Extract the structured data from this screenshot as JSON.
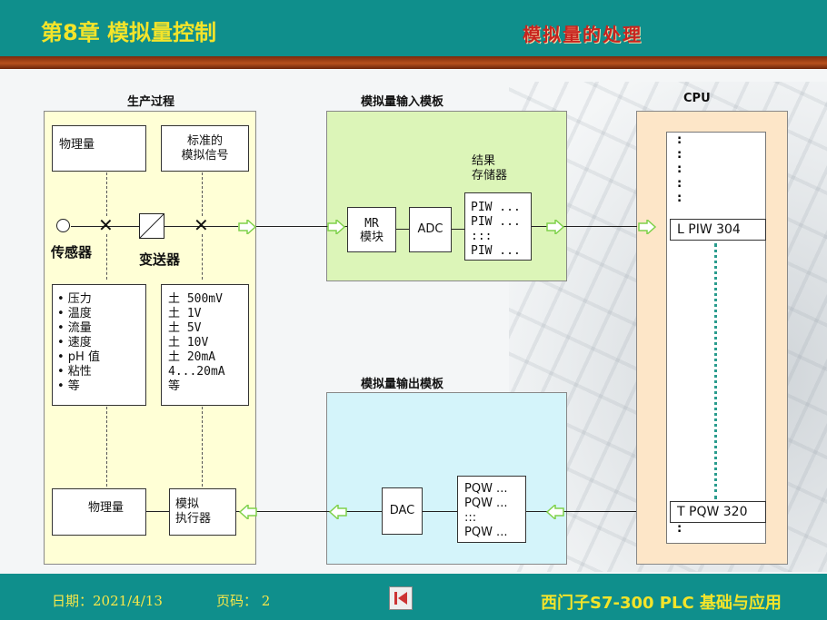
{
  "header": {
    "chapter": "第8章  模拟量控制",
    "topic": "模拟量的处理"
  },
  "sections": {
    "process": "生产过程",
    "input_module": "模拟量输入模板",
    "cpu": "CPU",
    "output_module": "模拟量输出模板"
  },
  "process": {
    "physical_top": "物理量",
    "standard_signal": [
      "标准的",
      "模拟信号"
    ],
    "sensor": "传感器",
    "transmitter": "变送器",
    "quantities": [
      "• 压力",
      "• 温度",
      "• 流量",
      "• 速度",
      "• pH 值",
      "• 粘性",
      "• 等"
    ],
    "signals": [
      "土 500mV",
      "土 1V",
      "土 5V",
      "土 10V",
      "土 20mA",
      "4...20mA",
      "等"
    ],
    "physical_bottom": "物理量",
    "actuator": [
      "模拟",
      "执行器"
    ]
  },
  "input_module": {
    "mux": [
      "MR",
      "模块"
    ],
    "adc": "ADC",
    "result_label": [
      "结果",
      "存储器"
    ],
    "piw": [
      "PIW ...",
      "PIW ...",
      ":::",
      "PIW ..."
    ]
  },
  "output_module": {
    "dac": "DAC",
    "pqw": [
      "PQW ...",
      "PQW ...",
      ":::",
      "PQW ..."
    ]
  },
  "cpu": {
    "dots_top": [
      ":",
      ":",
      ":",
      ":",
      ":"
    ],
    "load": "L  PIW 304",
    "transfer": "T  PQW 320",
    "dot_bottom": ":"
  },
  "footer": {
    "date": "日期：2021/4/13",
    "page": "页码：  2",
    "book": "西门子S7-300 PLC 基础与应用"
  },
  "colors": {
    "teal": "#0f8f8c",
    "yellow_panel": "#ffffd6",
    "green_panel": "#dcf5b8",
    "cyan_panel": "#d4f4fa",
    "cpu_panel": "#fde6c8",
    "arrow": "#7fd14a",
    "dotline": "#2a9c8e"
  }
}
